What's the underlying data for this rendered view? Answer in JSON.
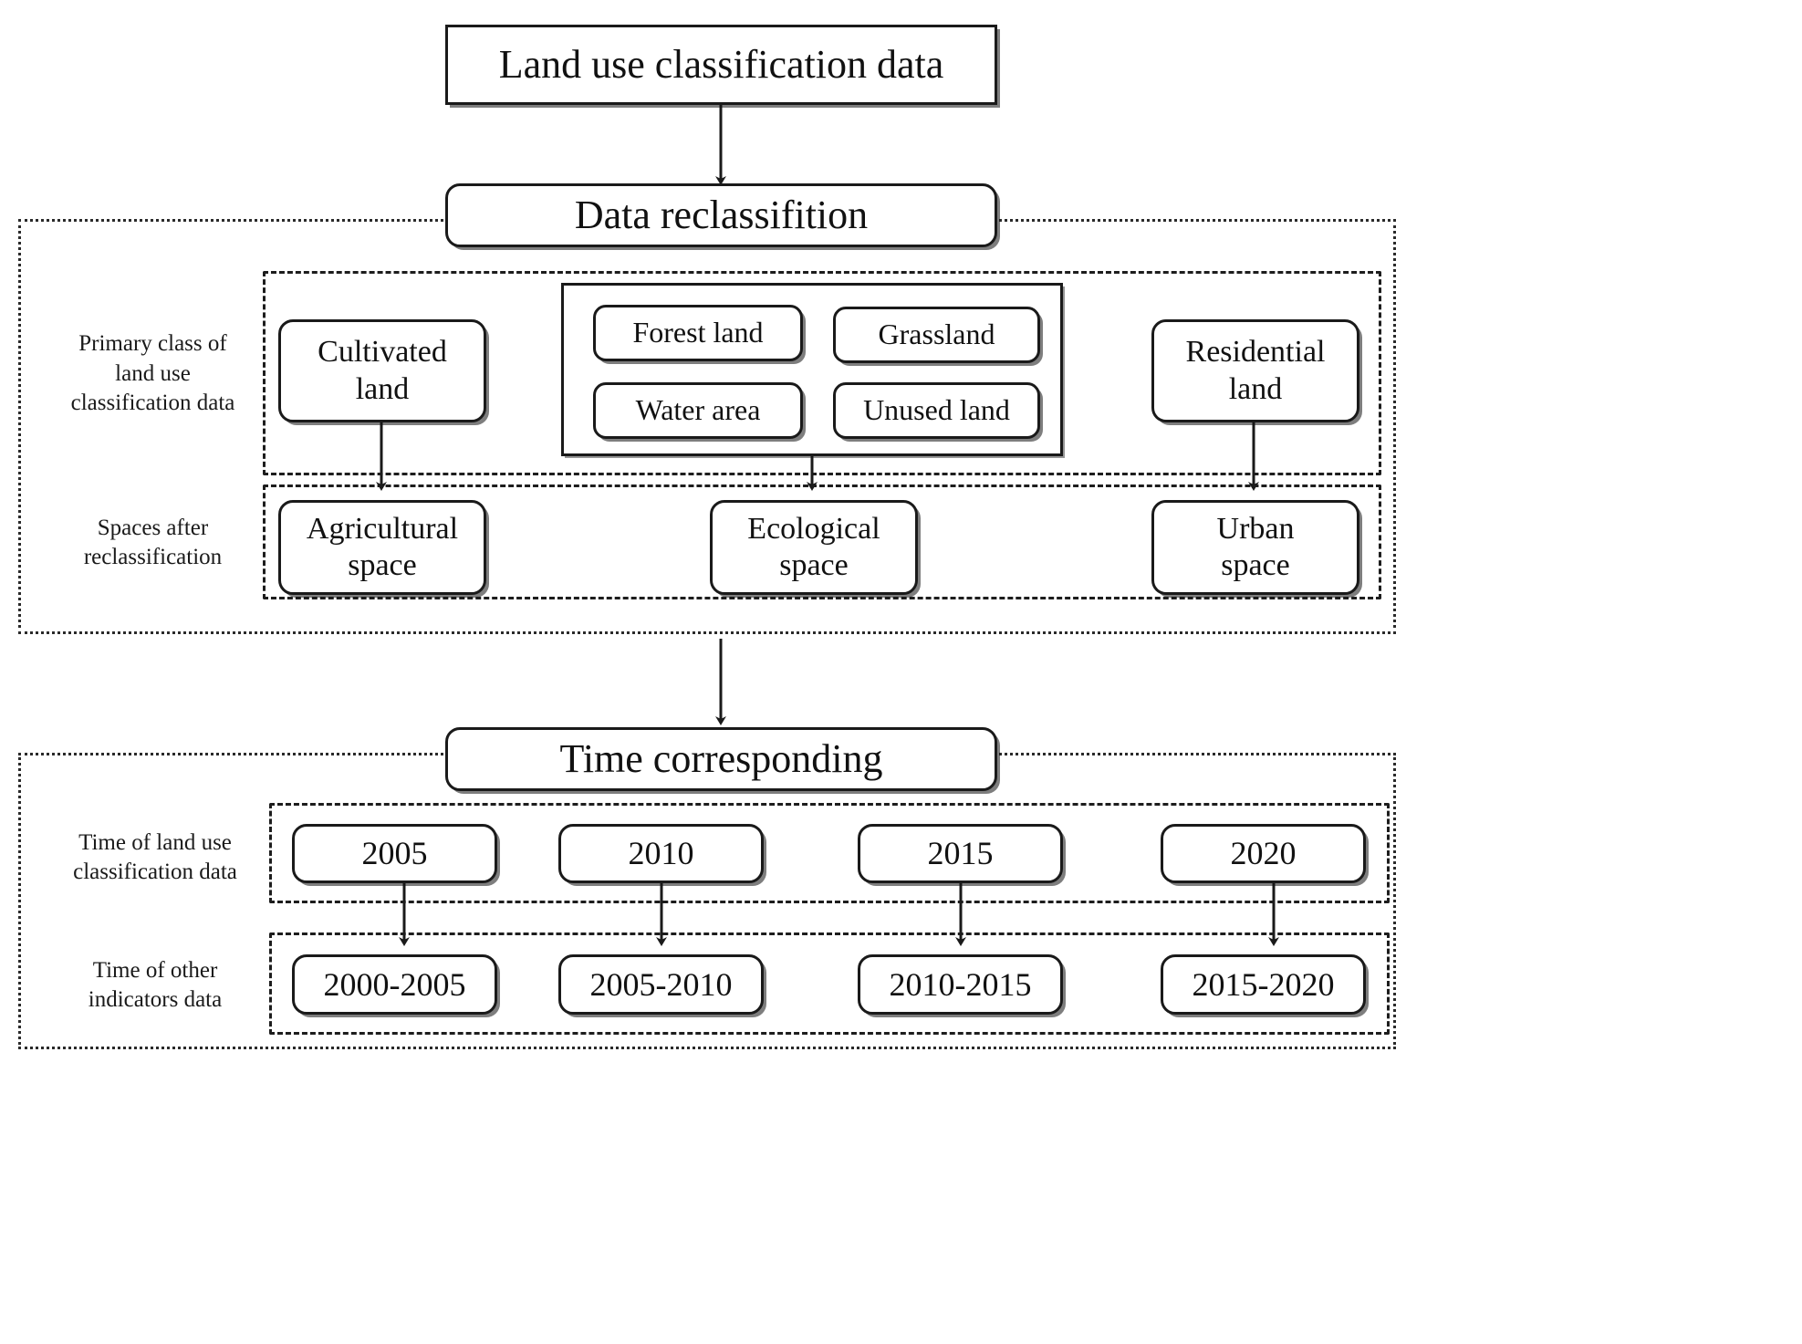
{
  "diagram": {
    "title_node": {
      "label": "Land use classification data"
    },
    "process_nodes": [
      {
        "id": "data-reclassifition",
        "label": "Data reclassifition"
      },
      {
        "id": "time-corresponding",
        "label": "Time corresponding"
      }
    ],
    "section_reclassification": {
      "row_primary": {
        "caption": "Primary class of land use classification data",
        "caption_lines": [
          "Primary class of",
          "land use",
          "classification data"
        ],
        "nodes": [
          {
            "id": "cultivated-land",
            "label": "Cultivated land",
            "lines": [
              "Cultivated",
              "land"
            ]
          },
          {
            "id": "forest-land",
            "label": "Forest land",
            "lines": [
              "Forest land"
            ]
          },
          {
            "id": "grassland",
            "label": "Grassland",
            "lines": [
              "Grassland"
            ]
          },
          {
            "id": "water-area",
            "label": "Water area",
            "lines": [
              "Water area"
            ]
          },
          {
            "id": "unused-land",
            "label": "Unused land",
            "lines": [
              "Unused land"
            ]
          },
          {
            "id": "residential-land",
            "label": "Residential land",
            "lines": [
              "Residential",
              "land"
            ]
          }
        ],
        "grouped_nodes": [
          "forest-land",
          "grassland",
          "water-area",
          "unused-land"
        ]
      },
      "row_spaces": {
        "caption": "Spaces after reclassification",
        "caption_lines": [
          "Spaces after",
          "reclassification"
        ],
        "nodes": [
          {
            "id": "agricultural-space",
            "label": "Agricultural space",
            "lines": [
              "Agricultural",
              "space"
            ]
          },
          {
            "id": "ecological-space",
            "label": "Ecological space",
            "lines": [
              "Ecological",
              "space"
            ]
          },
          {
            "id": "urban-space",
            "label": "Urban space",
            "lines": [
              "Urban",
              "space"
            ]
          }
        ]
      }
    },
    "section_time": {
      "row_landuse_time": {
        "caption": "Time of  land use classification data",
        "caption_lines": [
          "Time of  land use",
          "classification data"
        ],
        "nodes": [
          {
            "id": "year-2005",
            "label": "2005"
          },
          {
            "id": "year-2010",
            "label": "2010"
          },
          {
            "id": "year-2015",
            "label": "2015"
          },
          {
            "id": "year-2020",
            "label": "2020"
          }
        ]
      },
      "row_indicator_time": {
        "caption": "Time of  other indicators data",
        "caption_lines": [
          "Time of  other",
          "indicators data"
        ],
        "nodes": [
          {
            "id": "range-2000-2005",
            "label": "2000-2005"
          },
          {
            "id": "range-2005-2010",
            "label": "2005-2010"
          },
          {
            "id": "range-2010-2015",
            "label": "2010-2015"
          },
          {
            "id": "range-2015-2020",
            "label": "2015-2020"
          }
        ]
      }
    },
    "colors": {
      "stroke": "#1a1a1a",
      "background": "#ffffff",
      "text": "#111111"
    }
  }
}
